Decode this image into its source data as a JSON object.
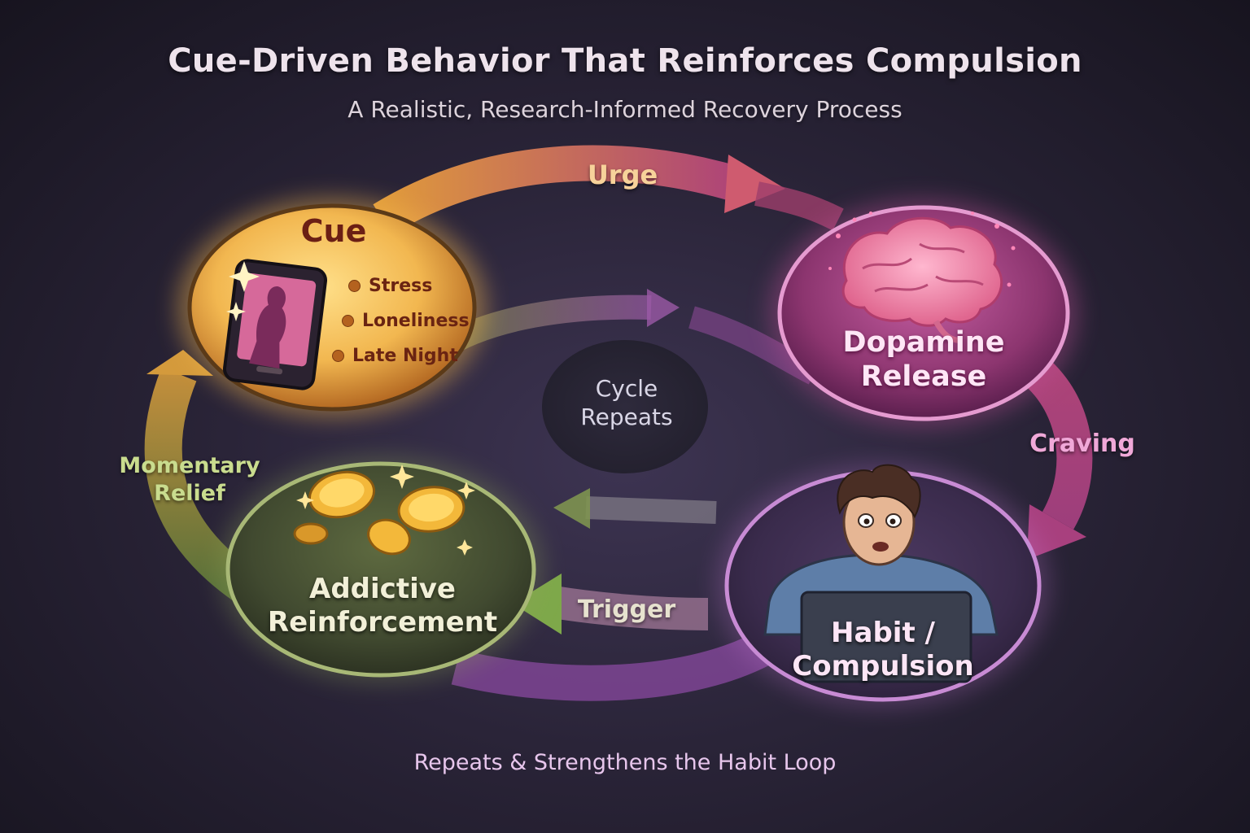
{
  "title": "Cue-Driven Behavior That Reinforces Compulsion",
  "subtitle": "A Realistic, Research-Informed Recovery Process",
  "footer": "Repeats & Strengthens the Habit Loop",
  "center": {
    "line1": "Cycle",
    "line2": "Repeats"
  },
  "nodes": {
    "cue": {
      "title": "Cue",
      "items": [
        "Stress",
        "Loneliness",
        "Late Night"
      ],
      "color": "#f2b750"
    },
    "dopamine": {
      "line1": "Dopamine",
      "line2": "Release",
      "color": "#b04a93"
    },
    "habit": {
      "line1": "Habit /",
      "line2": "Compulsion",
      "color": "#6b3a7c"
    },
    "addictive": {
      "line1": "Addictive",
      "line2": "Reinforcement",
      "color": "#52603a"
    }
  },
  "arrows": {
    "urge": "Urge",
    "craving": "Craving",
    "trigger": "Trigger",
    "relief": {
      "line1": "Momentary",
      "line2": "Relief"
    }
  },
  "icons": {
    "cue": "smartphone-silhouette-icon",
    "dopamine": "brain-icon",
    "habit": "person-at-laptop-icon",
    "addictive": "gold-coins-icon"
  },
  "colors": {
    "urge_arrow": "#e8922f",
    "craving_arrow": "#c5528f",
    "trigger_arrow": "#7ea84a",
    "relief_arrow": "#7c9446",
    "inner_loop": "#9a5fa0"
  }
}
